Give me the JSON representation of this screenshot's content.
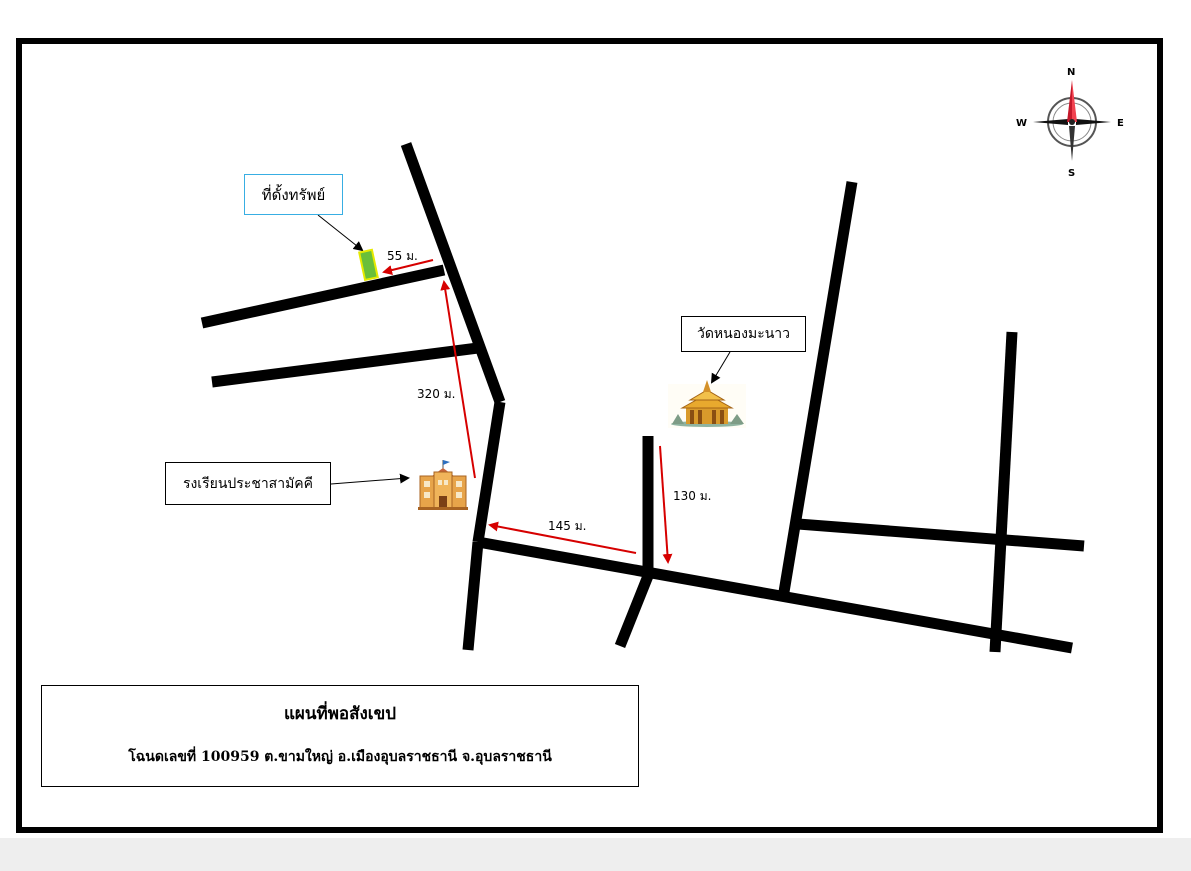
{
  "legend": {
    "title": "แผนที่พอสังเขป",
    "subtitle": "โฉนดเลขที่ 100959 ต.ขามใหญ่ อ.เมืองอุบลราชธานี จ.อุบลราชธานี"
  },
  "landmarks": {
    "property_label": "ที่ดั้งทรัพย์",
    "temple_label": "วัดหนองมะนาว",
    "school_label": "รงเรียนประชาสามัคคี"
  },
  "distances": {
    "d55": "55 ม.",
    "d320": "320 ม.",
    "d145": "145 ม.",
    "d130": "130 ม."
  },
  "compass": {
    "north": "N",
    "south": "S",
    "east": "E",
    "west": "W"
  },
  "colors": {
    "road": "#000000",
    "route_arrow": "#d60000",
    "property_fill": "#6abf3a",
    "property_border": "#e6ea00",
    "callout_border": "#38aee3"
  },
  "icons": {
    "temple": "temple-icon",
    "school": "school-building-icon",
    "compass": "compass-rose-icon"
  }
}
